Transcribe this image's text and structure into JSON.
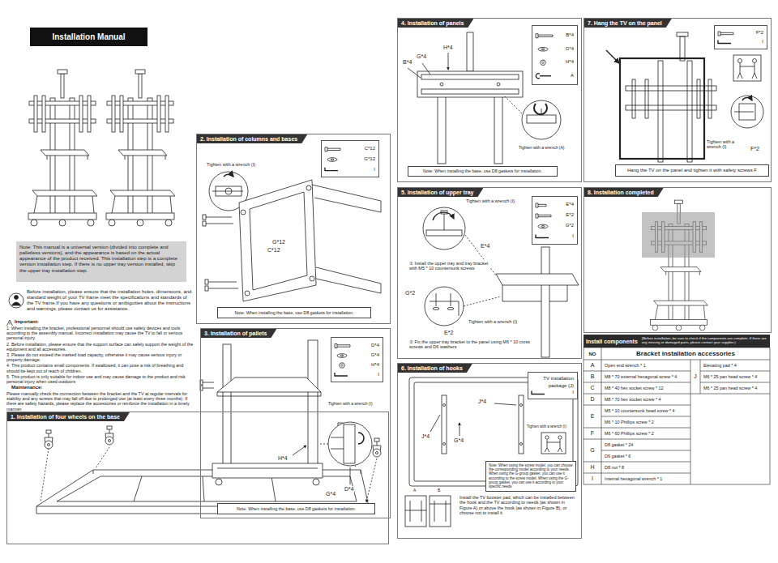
{
  "diagram": {
    "title": "Installation Manual",
    "nodes": [
      {
        "text": [
          "Note: This manual is a universal version (divided into complete and palletless versions), and the appearance is based on the actual appearance of the product received. This installation step is a complete version installation step. If there is no upper tray version installed, skip the upper tray installation step."
        ]
      },
      {
        "text": [
          "1. Installation of four wheels on the base"
        ]
      },
      {
        "text": [
          "2. Installation of columns and bases"
        ]
      },
      {
        "text": [
          "C*12",
          "G*12",
          "I"
        ],
        "in": 2
      },
      {
        "text": [
          "Note: When installing the base, use D8 gaskets for installation."
        ],
        "in": 2
      },
      {
        "text": [
          "3. Installation of pallets"
        ]
      },
      {
        "text": [
          "D*4",
          "G*4",
          "H*4",
          "I"
        ],
        "in": 5
      },
      {
        "text": [
          "Note: When installing the base, use D8 gaskets for installation."
        ],
        "in": 5
      },
      {
        "text": [
          "4. Installation of panels"
        ]
      },
      {
        "text": [
          "B*4",
          "G*4",
          "H*4",
          "A"
        ],
        "in": 8
      },
      {
        "text": [
          "Note: When installing the base, use D8 gaskets for installation."
        ],
        "in": 8
      },
      {
        "text": [
          "5. Installation of upper tray"
        ]
      },
      {
        "text": [
          "E*4",
          "E*2",
          "G*2",
          "I"
        ],
        "in": 11
      },
      {
        "text": [
          "6. Installation of hooks"
        ]
      },
      {
        "text": [
          "TV installation package (J)",
          "I"
        ],
        "in": 13
      },
      {
        "text": [
          "Note: When using the screw model, you can choose the corresponding model according to your needs. When using the G-group gasket, you can use it according to the screw model. When using the G-group gasket, you can use it according to your specific needs"
        ],
        "in": 13
      },
      {
        "text": [
          "7. Hang the TV on the panel"
        ]
      },
      {
        "text": [
          "F*2",
          "I"
        ],
        "in": 16
      },
      {
        "text": [
          "Hang the TV on the panel and tighten it with safety screws F"
        ],
        "in": 16
      },
      {
        "text": [
          "8. Installation completed"
        ]
      },
      {
        "text": [
          "Install components",
          "(Before installation, be sure to check if the components are complete. If there are any missing or damaged parts, please contact your supplier.)"
        ]
      }
    ],
    "labels": [
      "Before installation, please ensure that the installation holes, dimensions, and standard weight of your TV frame meet the specifications and standards of the TV frame.If you have any questions or ambiguities about the instructions and warnings, please contact us for assistance.",
      "Important:",
      "1. When installing the bracket, professional personnel should use safety devices and tools according to the assembly manual. Incorrect installation may cause the TV to fall or serious personal injury.",
      "2. Before installation, please ensure that the support surface can safely support the weight of the equipment and all accessories.",
      "3. Please do not exceed the marked load capacity, otherwise it may cause serious injury or property damage.",
      "4. This product contains small components. If swallowed, it can pose a risk of breathing and should be kept out of reach of children.",
      "5. This product is only suitable for indoor use and may cause damage to the product and risk personal injury when used outdoors",
      "Maintenance:",
      "Please manually check the connection between the bracket and the TV at regular intervals for stability and any screws that may fall off due to prolonged use (at least every three months). If there are safety hazards, please replace the accessories or reinforce the installation in a timely manner.",
      "Tighten with a wrench (I)",
      "G*12",
      "C*12",
      "Tighten with a wrench (I)",
      "H*4",
      "G*4",
      "D*4",
      "H*4",
      "G*4",
      "B*4",
      "Tighten with a wrench (A)",
      "Tighten with a wrench (I)",
      "E*4",
      "① Install the upper tray and tray bracket with M5 * 10 countersunk screws",
      "G*2",
      "Tighten with a wrench (I)",
      "E*2",
      "② Fix the upper tray bracket to the panel using M6 * 10 cross screws and D6 washers",
      "J*4",
      "Tighten with a wrench (I)",
      "J*4",
      "G*4",
      "A",
      "B",
      "Install the TV booster pad, which can be installed between the hook and the TV according to needs (as shown in Figure A) or above the hook (as shown in Figure B), or choose not to install it",
      "Tighten with a wrench (I)",
      "F*2",
      "NO",
      "Bracket installation accessories",
      "A",
      "Open end wrench * 1",
      "B",
      "M8 * 70 external hexagonal screw * 4",
      "C",
      "M8 * 40 hex socket screw * 12",
      "D",
      "M8 * 70 hex socket screw * 4",
      "E",
      "M5 * 10 countersunk head screw * 4",
      "M6 * 10 Phillips screw * 2",
      "F",
      "M6 * 60 Phillips screw * 2",
      "G",
      "D8 gasket * 24",
      "D6 gasket * 6",
      "H",
      "D8 nut * 8",
      "I",
      "Internal hexagonal wrench * 1",
      "J",
      "Elevating pad * 4",
      "M6 * 25 pan head screw * 4",
      "M6 * 25 pan head screw * 4"
    ]
  }
}
